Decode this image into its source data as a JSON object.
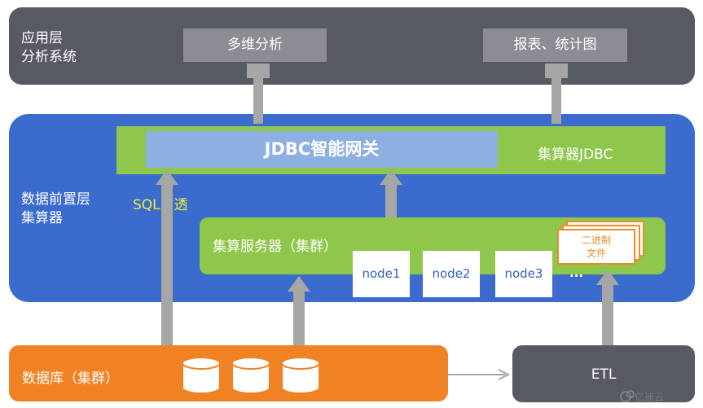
{
  "app_layer": {
    "title": "应用层\n分析系统",
    "boxes": [
      "多维分析",
      "报表、统计图"
    ]
  },
  "calc_layer": {
    "title": "数据前置层\n集算器",
    "jdbc_gateway": "JDBC智能网关",
    "jdbc_label": "集算器JDBC",
    "sql_label": "SQL穿透",
    "server_cluster": "集算服务器（集群）",
    "nodes": [
      "node1",
      "node2",
      "node3"
    ],
    "nodes_more": "...",
    "binary_file": "二进制\n文件"
  },
  "database": {
    "title": "数据库（集群）"
  },
  "etl": {
    "label": "ETL"
  },
  "watermark": "亿速云",
  "colors": {
    "app_layer": "#585a63",
    "gray_box": "#8c8d94",
    "calc_layer": "#3a6bcd",
    "green": "#8ec74c",
    "gateway": "#8eafe2",
    "orange": "#f08224",
    "arrow": "#a6a6a6",
    "sql_text": "#f3ee37"
  }
}
